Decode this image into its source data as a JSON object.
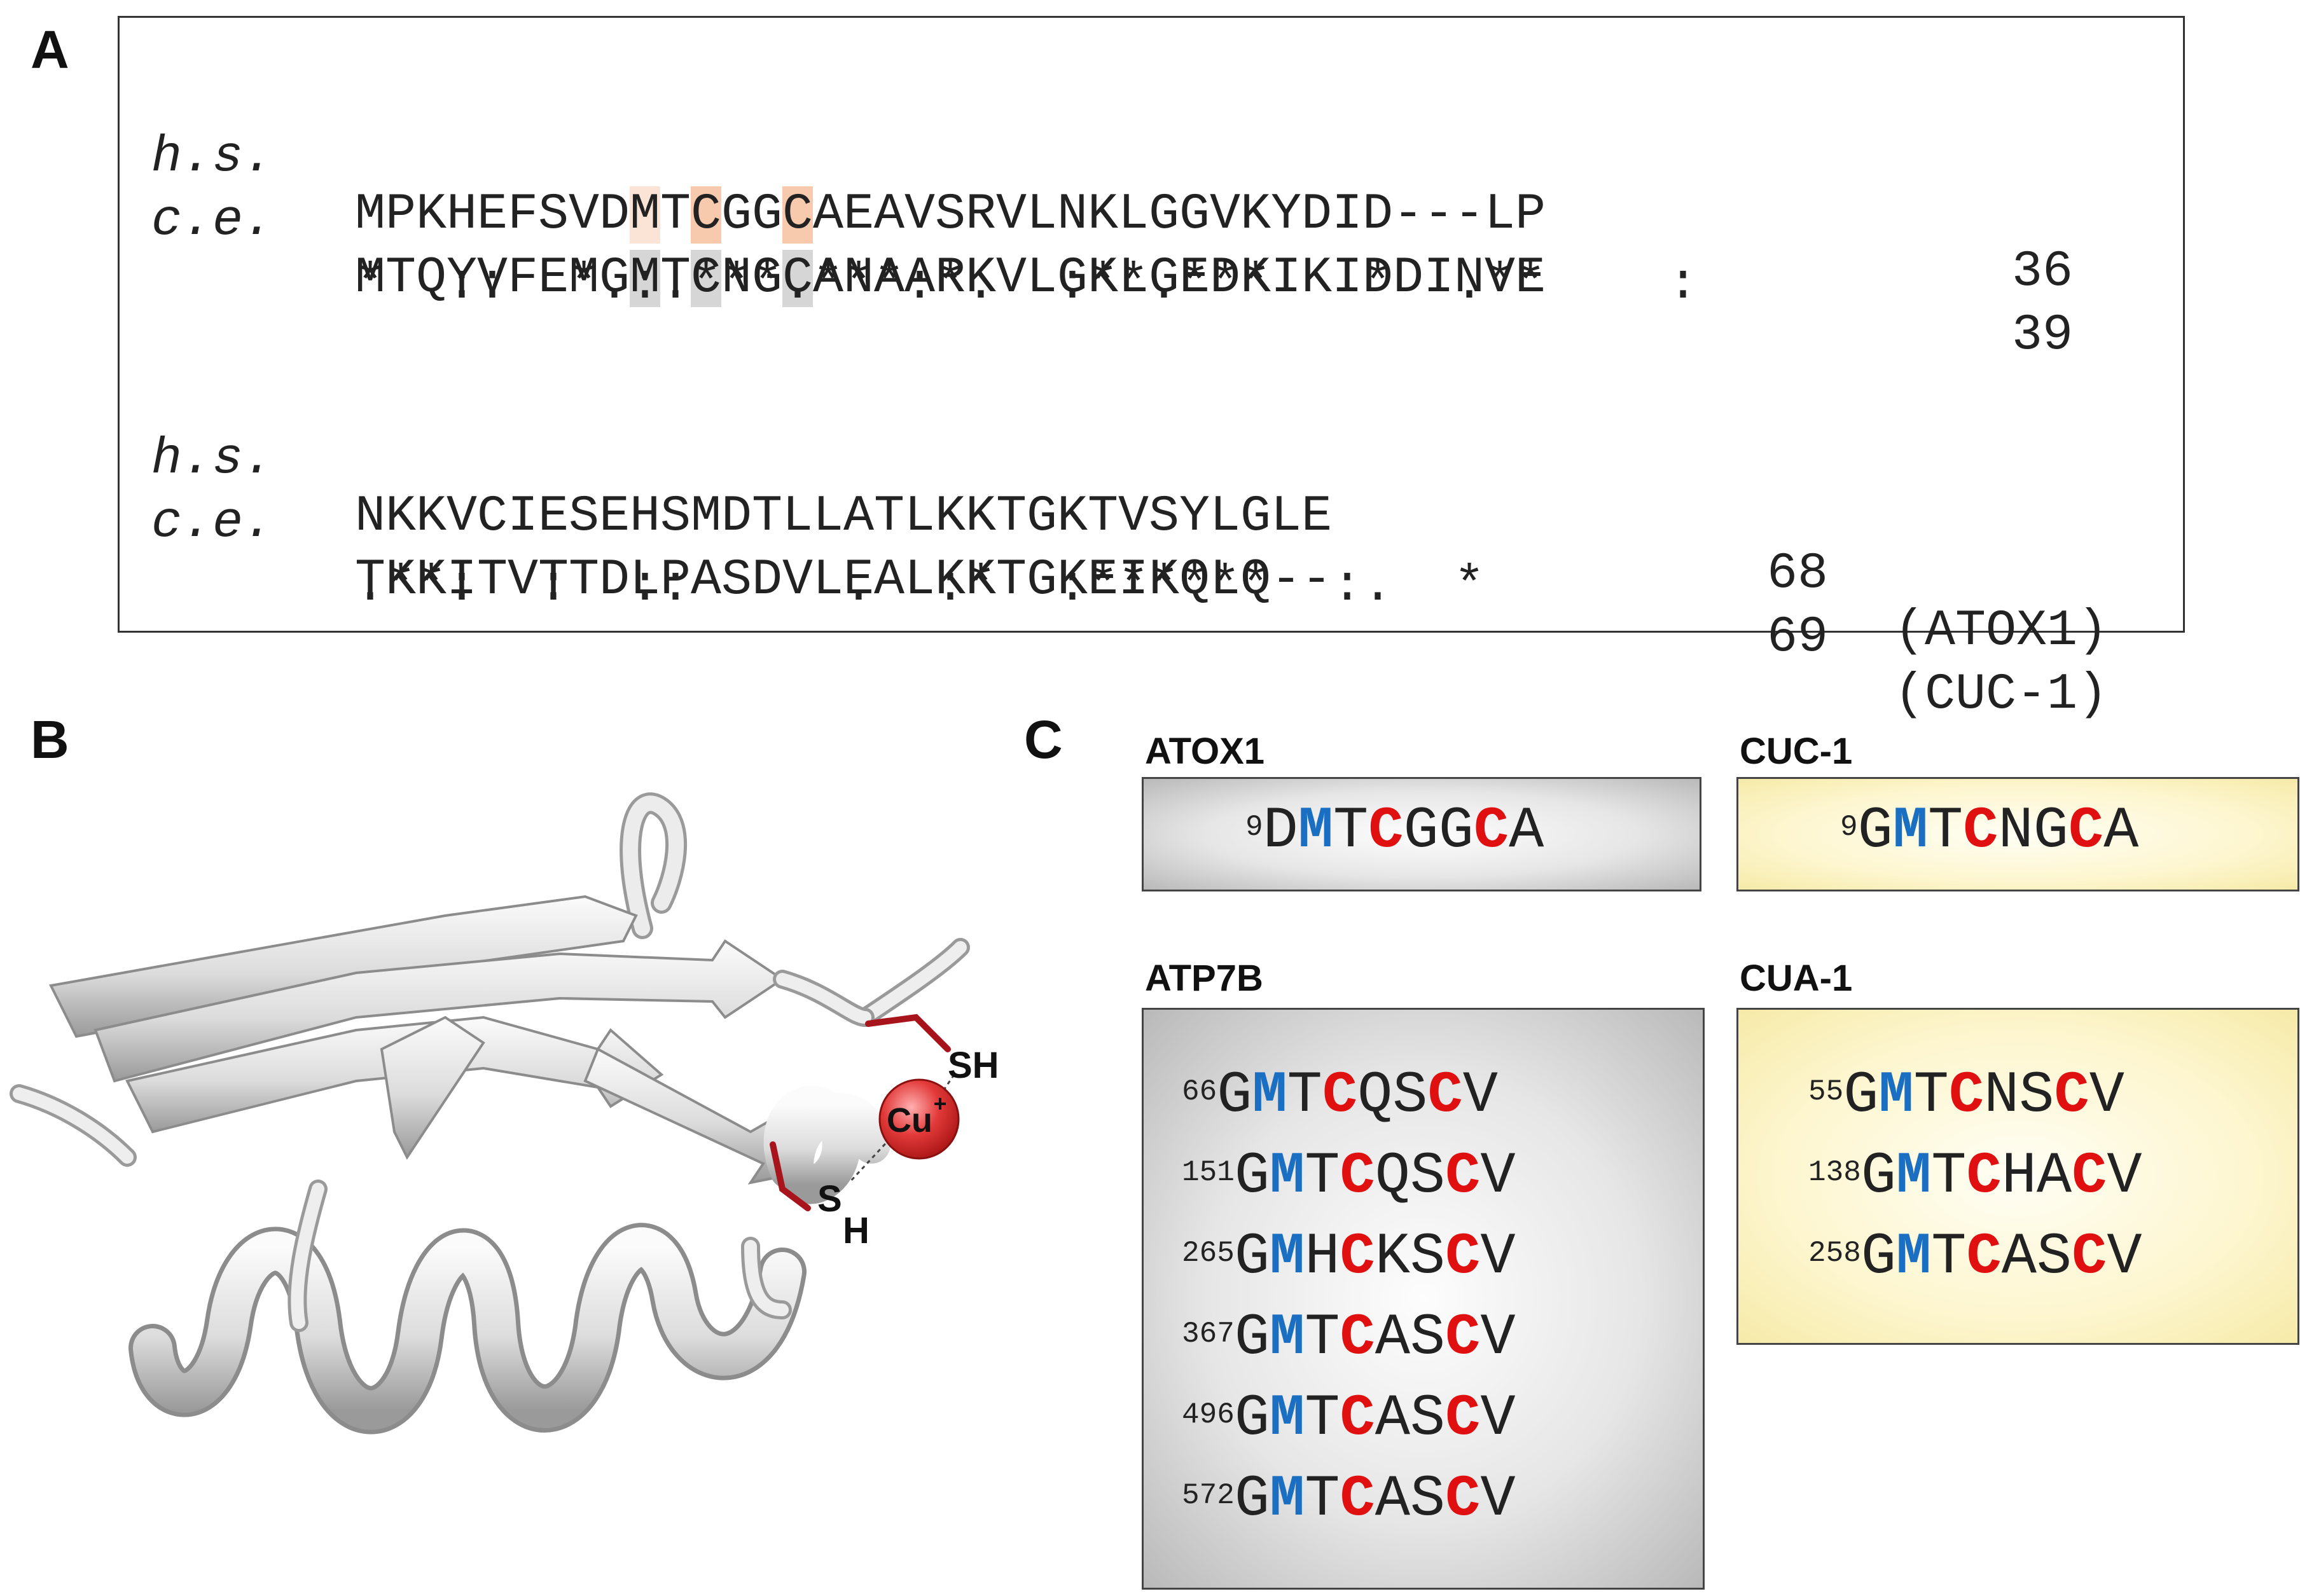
{
  "panel_labels": {
    "a": "A",
    "b": "B",
    "c": "C"
  },
  "alignment": {
    "block1": {
      "hs": {
        "species": "h.s.",
        "sequence": "MPKHEFSVDMTCGGCAEAVSRVLNKLGGVKYDID---LP",
        "end": "36"
      },
      "ce": {
        "species": "c.e.",
        "sequence": "MTQYVFEMGMTCNGCANAARKVLGKLGEDKIKIDDINVE",
        "end": "39"
      },
      "conservation": "*  ::  *.:.***.***:*.  :**.***   *  .**    :"
    },
    "block2": {
      "hs": {
        "species": "h.s.",
        "sequence": "NKKVCIESEHSMDTLLATLKKTGKTVSYLGLE",
        "end": "68",
        "protein": "(ATOX1)"
      },
      "ce": {
        "species": "c.e.",
        "sequence": "TKKITVTTDLPASDVLEALKKTGKEIKQLQ--",
        "end": "69",
        "protein": "(CUC-1)"
      },
      "conservation": ".**:  :  ::     .  :*  :******  :.  *"
    },
    "highlight_colors": {
      "hs": "#f7c9ad",
      "ce": "#d6d6d6"
    }
  },
  "structure": {
    "metal_label": "Cu",
    "metal_charge": "+",
    "thiol_top": "SH",
    "thiol_bottom_s": "S",
    "thiol_bottom_h": "H",
    "metal_color": "#e33a3a",
    "sidechain_color": "#a8141c"
  },
  "motifs": {
    "colors": {
      "methionine": "#1a6fc2",
      "cysteine": "#e01010"
    },
    "ATOX1": {
      "title": "ATOX1",
      "lines": [
        {
          "pos": "9",
          "parts": [
            "D",
            "M",
            "T",
            "C",
            "GG",
            "C",
            "A"
          ]
        }
      ]
    },
    "CUC1": {
      "title": "CUC-1",
      "lines": [
        {
          "pos": "9",
          "parts": [
            "G",
            "M",
            "T",
            "C",
            "NG",
            "C",
            "A"
          ]
        }
      ]
    },
    "ATP7B": {
      "title": "ATP7B",
      "lines": [
        {
          "pos": "66",
          "parts": [
            "G",
            "M",
            "T",
            "C",
            "QS",
            "C",
            "V"
          ]
        },
        {
          "pos": "151",
          "parts": [
            "G",
            "M",
            "T",
            "C",
            "QS",
            "C",
            "V"
          ]
        },
        {
          "pos": "265",
          "parts": [
            "G",
            "M",
            "H",
            "C",
            "KS",
            "C",
            "V"
          ]
        },
        {
          "pos": "367",
          "parts": [
            "G",
            "M",
            "T",
            "C",
            "AS",
            "C",
            "V"
          ]
        },
        {
          "pos": "496",
          "parts": [
            "G",
            "M",
            "T",
            "C",
            "AS",
            "C",
            "V"
          ]
        },
        {
          "pos": "572",
          "parts": [
            "G",
            "M",
            "T",
            "C",
            "AS",
            "C",
            "V"
          ]
        }
      ]
    },
    "CUA1": {
      "title": "CUA-1",
      "lines": [
        {
          "pos": "55",
          "parts": [
            "G",
            "M",
            "T",
            "C",
            "NS",
            "C",
            "V"
          ]
        },
        {
          "pos": "138",
          "parts": [
            "G",
            "M",
            "T",
            "C",
            "HA",
            "C",
            "V"
          ]
        },
        {
          "pos": "258",
          "parts": [
            "G",
            "M",
            "T",
            "C",
            "AS",
            "C",
            "V"
          ]
        }
      ]
    }
  }
}
